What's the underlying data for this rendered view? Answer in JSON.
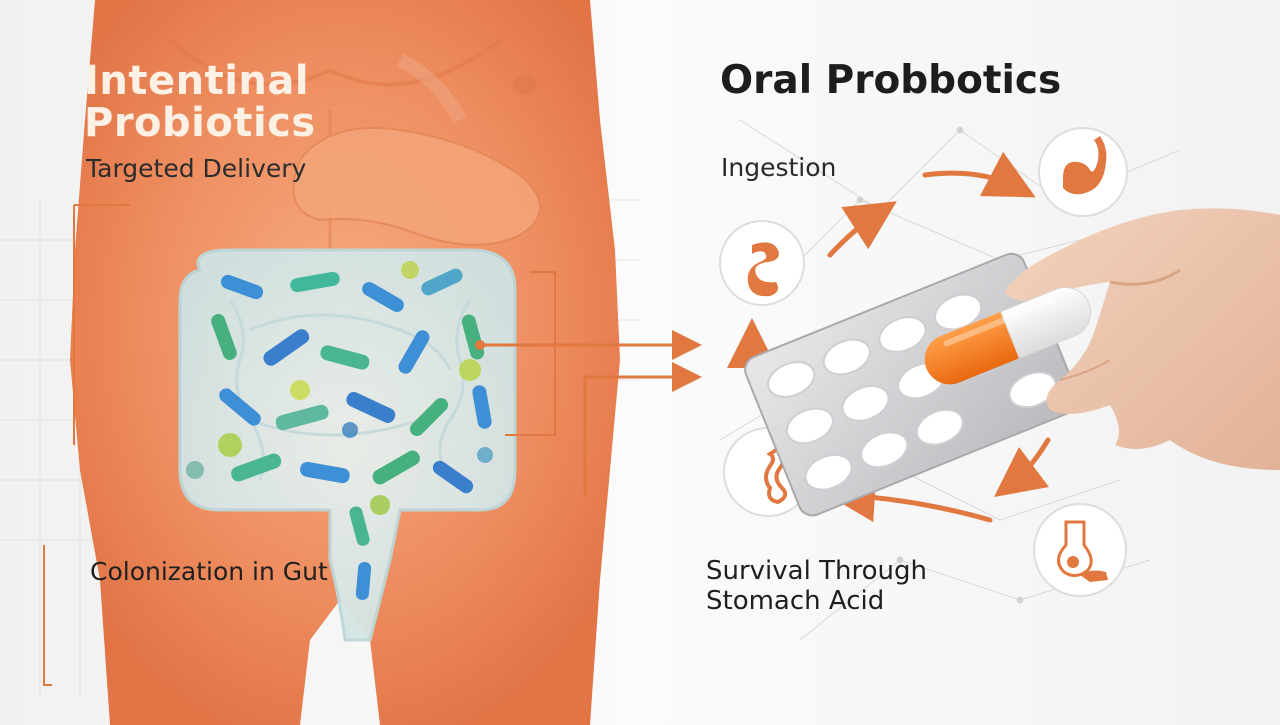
{
  "left_panel": {
    "title_line1": "Intentinal",
    "title_line2": "Probiotics",
    "label_top": "Targeted Delivery",
    "label_bottom": "Colonization in Gut"
  },
  "right_panel": {
    "title": "Oral Probbotics",
    "step_ingestion": "Ingestion",
    "step_survival_line1": "Survival Through",
    "step_survival_line2": "Stomach Acid"
  },
  "colors": {
    "body_orange": "#ec8a5c",
    "accent_orange": "#e0783f",
    "capsule_orange": "#f07a1e",
    "background": "#f3f3f3"
  },
  "icons": [
    "stomach-icon",
    "intestine-icon",
    "flask-icon",
    "hand-icon",
    "capsule-icon",
    "pill-blister-icon"
  ]
}
